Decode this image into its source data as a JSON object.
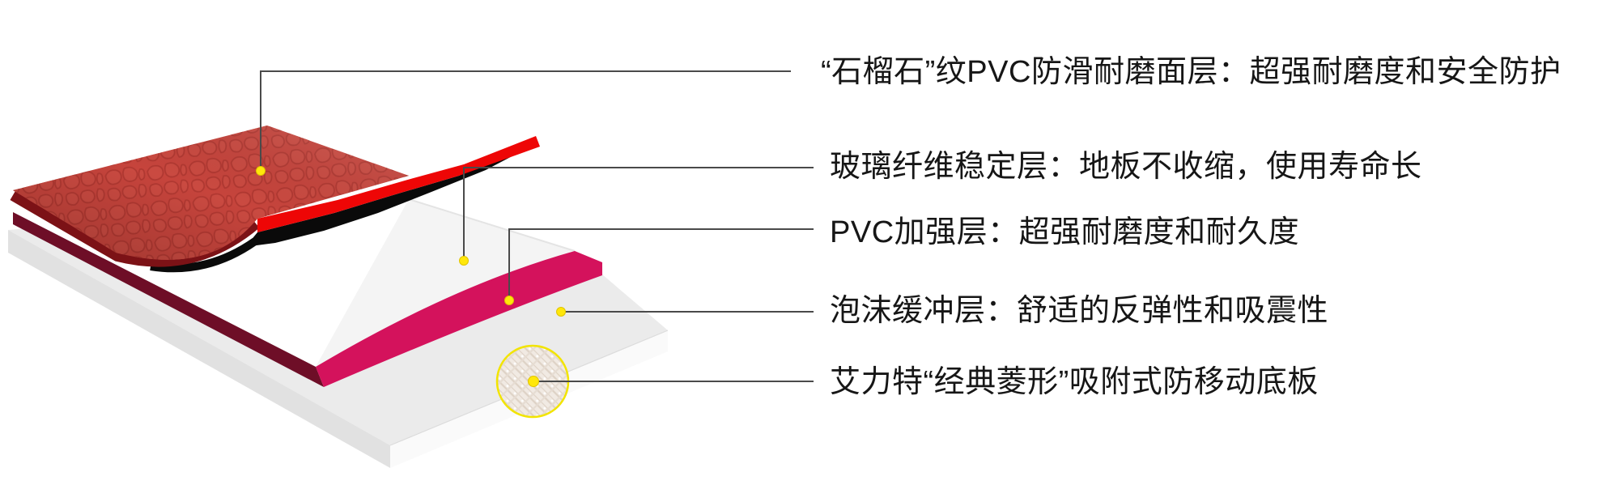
{
  "diagram": {
    "background": "#ffffff",
    "labels": [
      {
        "id": "wear-layer",
        "text": "“石榴石”纹PVC防滑耐磨面层：超强耐磨度和安全防护"
      },
      {
        "id": "fiberglass-layer",
        "text": "玻璃纤维稳定层：地板不收缩，使用寿命长"
      },
      {
        "id": "reinforce-layer",
        "text": "PVC加强层：超强耐磨度和耐久度"
      },
      {
        "id": "foam-layer",
        "text": "泡沫缓冲层：舒适的反弹性和吸震性"
      },
      {
        "id": "base-layer",
        "text": "艾力特“经典菱形”吸附式防移动底板"
      }
    ],
    "colors": {
      "wear_red": "#c6443c",
      "wear_edge_dark": "#7c1216",
      "fold_red": "#ee0606",
      "underside_black": "#0a0a0a",
      "fiberglass_white": "#ffffff",
      "reinforce": "#d4125c",
      "reinforce_side": "#6e0e27",
      "foam": "#ebebeb",
      "foam_front": "#fafafa",
      "foam_side": "#e1e1e1",
      "foam_sliver": "#f4f4f4",
      "callout_line": "#4a4a4a",
      "callout_dot": "#ffe70a",
      "magnifier_ring": "#f2e400",
      "text": "#161616"
    }
  }
}
